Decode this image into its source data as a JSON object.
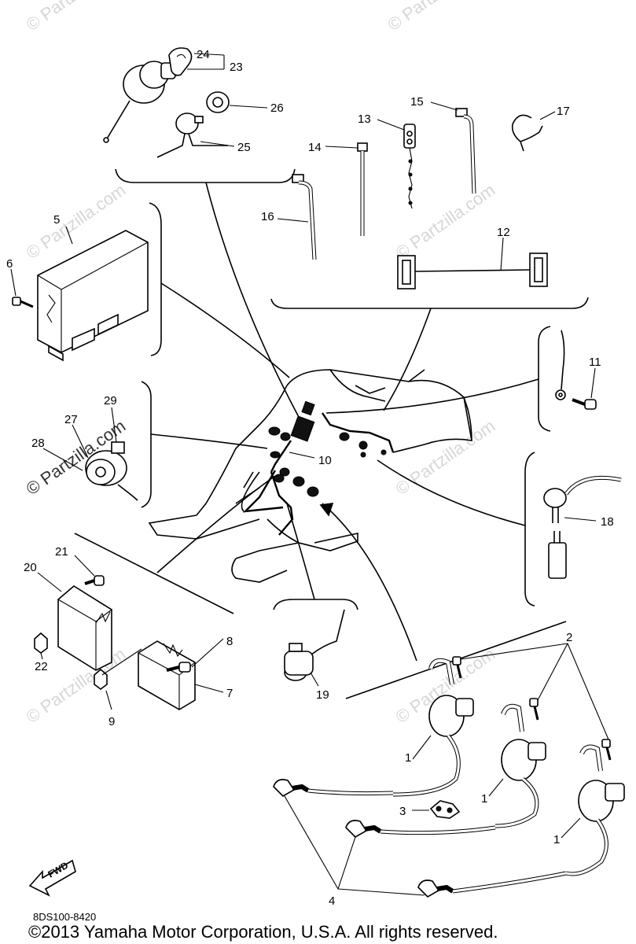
{
  "watermark": "© Partzilla.com",
  "drawing_code": "8DS100-8420",
  "copyright": "©2013  Yamaha Motor Corporation, U.S.A. All rights reserved.",
  "fwd_label": "FWD",
  "callouts": {
    "c1a": "1",
    "c1b": "1",
    "c1c": "1",
    "c2": "2",
    "c3": "3",
    "c4": "4",
    "c5": "5",
    "c6": "6",
    "c7": "7",
    "c8": "8",
    "c9": "9",
    "c10": "10",
    "c11": "11",
    "c12": "12",
    "c13": "13",
    "c14": "14",
    "c15": "15",
    "c16": "16",
    "c17": "17",
    "c18": "18",
    "c19": "19",
    "c20": "20",
    "c21": "21",
    "c22": "22",
    "c23": "23",
    "c24": "24",
    "c25": "25",
    "c26": "26",
    "c27": "27",
    "c28": "28",
    "c29": "29"
  }
}
